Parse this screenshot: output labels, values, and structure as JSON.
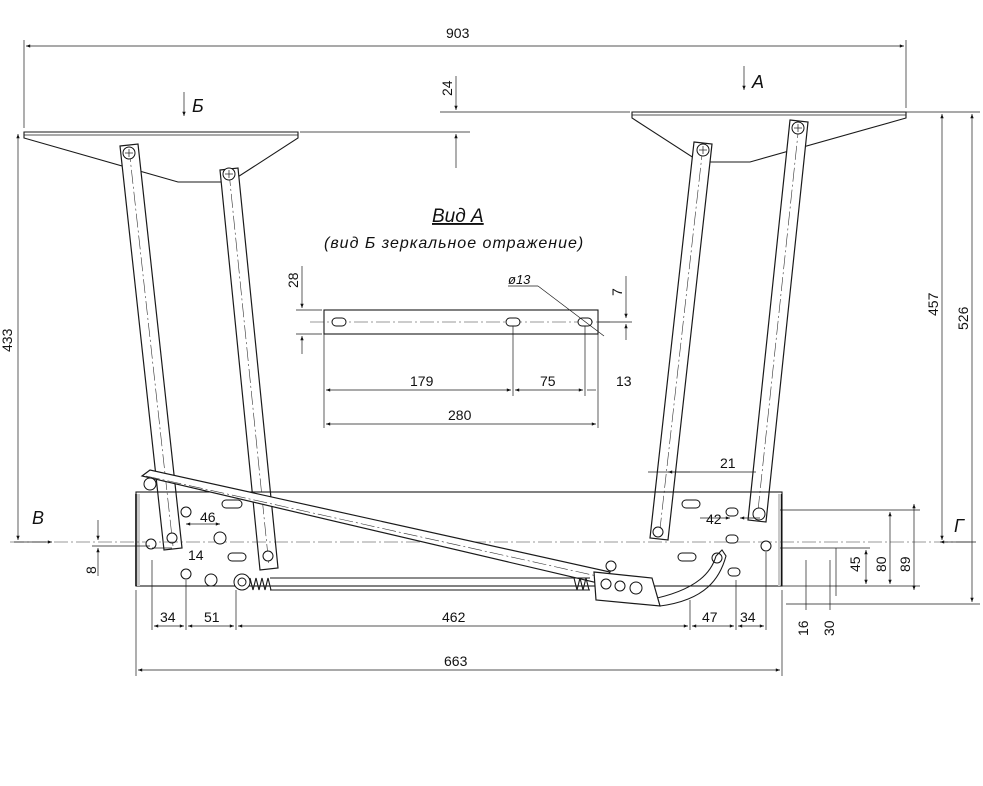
{
  "view_title": "Вид А",
  "view_subtitle": "(вид Б зеркальное отражение)",
  "view_labels": {
    "a": "А",
    "b": "Б",
    "v": "В",
    "g": "Г"
  },
  "dimensions": {
    "total_width": "903",
    "offset_24": "24",
    "height_433": "433",
    "height_457": "457",
    "height_526": "526",
    "bar_height_28": "28",
    "hole_dia": "ø13",
    "hole_off_7": "7",
    "bar_179": "179",
    "bar_75": "75",
    "bar_13": "13",
    "bar_280": "280",
    "d21": "21",
    "d42": "42",
    "d46": "46",
    "d14": "14",
    "d8": "8",
    "d45": "45",
    "d80": "80",
    "d89": "89",
    "d34a": "34",
    "d51": "51",
    "d462": "462",
    "d47": "47",
    "d34b": "34",
    "d16": "16",
    "d30": "30",
    "d663": "663"
  }
}
